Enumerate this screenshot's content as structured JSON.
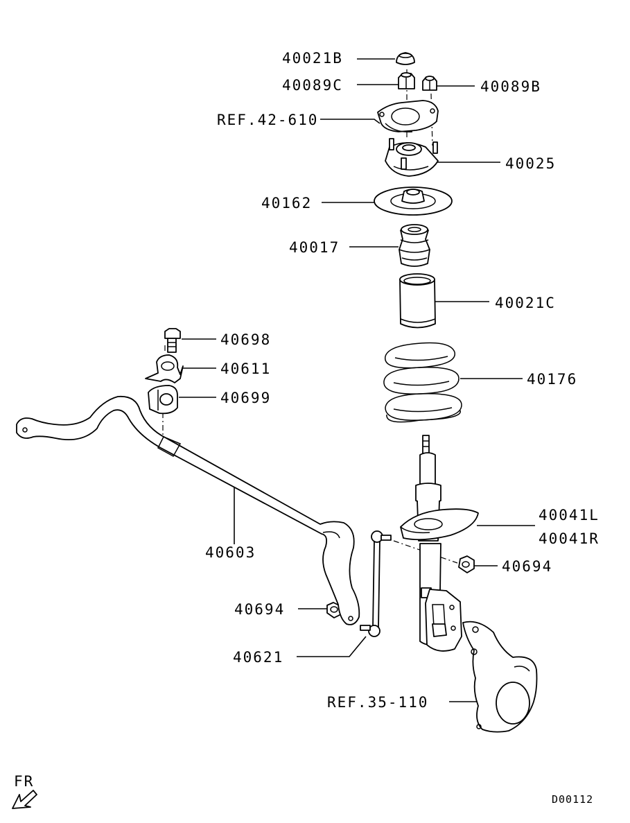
{
  "labels": {
    "p40021B": "40021B",
    "p40089C": "40089C",
    "p40089B": "40089B",
    "ref42": "REF.42-610",
    "p40025": "40025",
    "p40162": "40162",
    "p40017": "40017",
    "p40021C": "40021C",
    "p40698": "40698",
    "p40611": "40611",
    "p40699": "40699",
    "p40176": "40176",
    "p40603": "40603",
    "p40041L": "40041L",
    "p40041R": "40041R",
    "p40694a": "40694",
    "p40694b": "40694",
    "p40621": "40621",
    "ref35": "REF.35-110"
  },
  "direction": "FR",
  "diagram_code": "D00112"
}
